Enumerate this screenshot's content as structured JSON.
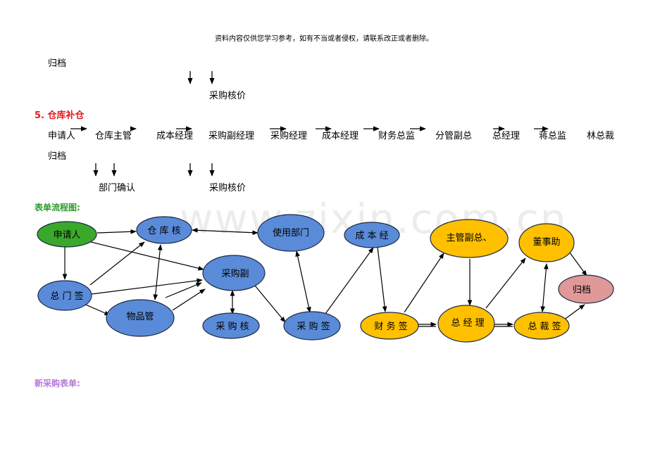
{
  "header_note": "资料内容仅供您学习参考，如有不当或者侵权，请联系改正或者删除。",
  "watermark": "www.zixin.com.cn",
  "top": {
    "archive": "归档",
    "price_check": "采购核价"
  },
  "section5": {
    "title": "5.  仓库补仓",
    "flow": [
      "申请人",
      "仓库主管",
      "成本经理",
      "采购副经理",
      "采购经理",
      "成本经理",
      "财务总监",
      "分管副总",
      "总经理",
      "蒋总监",
      "林总裁"
    ],
    "archive": "归档",
    "dept_confirm": "部门确认",
    "price_check": "采购核价"
  },
  "diagram": {
    "title": "表单流程图:",
    "nodes": {
      "applicant": "申请人",
      "warehouse": "仓 库 核",
      "user_dept": "使用部门",
      "cost": "成 本 经",
      "gm_vice": "主管副总、",
      "chairman": "董事助",
      "dept_head": "总 门 签",
      "purchase_vice": "采购副",
      "goods_mgr": "物品管",
      "purchase_check": "采 购 核",
      "purchase_sign": "采 购 签",
      "finance": "财 务 签",
      "gm": "总 经 理",
      "president": "总 裁 签",
      "archive": "归档"
    },
    "colors": {
      "blue": "#5a8bd8",
      "green": "#3aa82a",
      "yellow": "#ffc000",
      "pink": "#e09898"
    }
  },
  "new_form": "新采购表单:"
}
